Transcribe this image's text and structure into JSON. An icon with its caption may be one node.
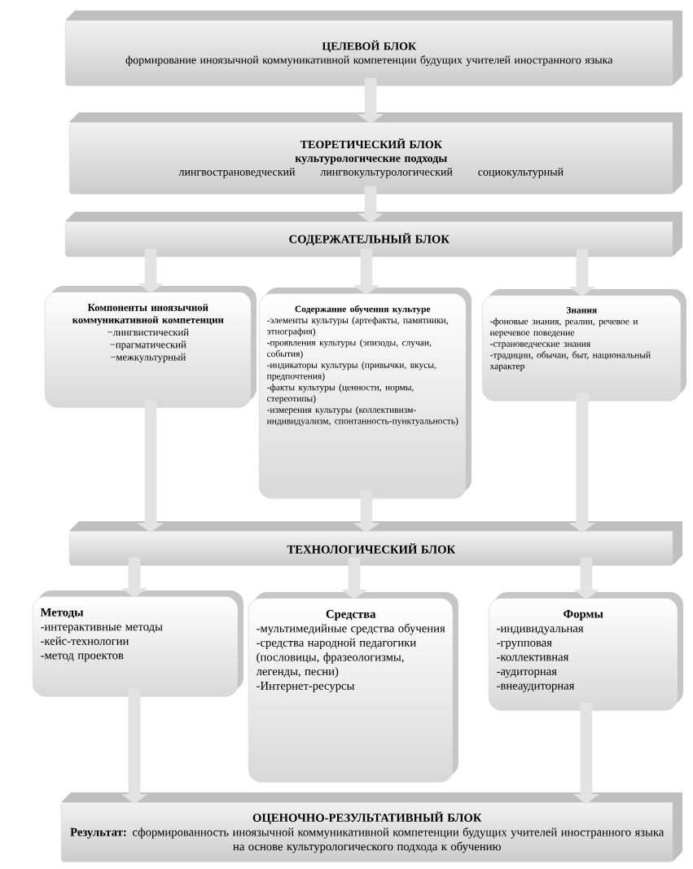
{
  "diagram": {
    "nodes": [
      {
        "text": [
          "ЦЕЛЕВОЙ БЛОК",
          "формирование иноязычной коммуникативной компетенции будущих учителей иностранного языка"
        ]
      },
      {
        "text": [
          "ТЕОРЕТИЧЕСКИЙ БЛОК",
          "культурологические подходы",
          "лингвострановедческий",
          "лингвокультурологический",
          "социокультурный"
        ]
      },
      {
        "text": [
          "СОДЕРЖАТЕЛЬНЫЙ БЛОК"
        ]
      },
      {
        "text": [
          "Компоненты иноязычной коммуникативной компетенции",
          "−лингвистический",
          "−прагматический",
          "−межкультурный"
        ]
      },
      {
        "text": [
          "Содержание обучения культуре",
          "-элементы культуры (артефакты, памятники, этнография)",
          "-проявления культуры (эпизоды, случаи, события)",
          "-индикаторы культуры (привычки, вкусы, предпочтения)",
          "-факты культуры (ценности, нормы, стереотипы)",
          "-измерения культуры (коллективизм-индивидуализм, спонтанность-пунктуальность)"
        ]
      },
      {
        "text": [
          "Знания",
          "-фоновые знания, реалии, речевое и неречевое поведение",
          "-страноведческие знания",
          "-традиции, обычаи, быт, национальный характер"
        ]
      },
      {
        "text": [
          "ТЕХНОЛОГИЧЕСКИЙ БЛОК"
        ]
      },
      {
        "text": [
          "Методы",
          "-интерактивные методы",
          "-кейс-технологии",
          "-метод проектов"
        ]
      },
      {
        "text": [
          "Средства",
          "-мультимедийные средства обучения",
          "-средства народной педагогики (пословицы, фразеологизмы, легенды, песни)",
          "-Интернет-ресурсы"
        ]
      },
      {
        "text": [
          "Формы",
          "-индивидуальная",
          "-групповая",
          "-коллективная",
          "-аудиторная",
          "-внеаудиторная"
        ]
      },
      {
        "text": [
          "ОЦЕНОЧНО-РЕЗУЛЬТАТИВНЫЙ БЛОК",
          "**Результат:** сформированность иноязычной коммуникативной компетенции будущих учителей иностранного языка на основе культурологического подхода к обучению"
        ]
      }
    ],
    "edges": [
      {
        "from": 0,
        "to": 1,
        "arrow": "to"
      },
      {
        "from": 1,
        "to": 2,
        "arrow": "to"
      },
      {
        "from": 2,
        "to": 3,
        "arrow": "to"
      },
      {
        "from": 2,
        "to": 4,
        "arrow": "to"
      },
      {
        "from": 2,
        "to": 5,
        "arrow": "to"
      },
      {
        "from": 3,
        "to": 6,
        "arrow": "to"
      },
      {
        "from": 4,
        "to": 6,
        "arrow": "to"
      },
      {
        "from": 5,
        "to": 6,
        "arrow": "to"
      },
      {
        "from": 6,
        "to": 7,
        "arrow": "to"
      },
      {
        "from": 6,
        "to": 8,
        "arrow": "to"
      },
      {
        "from": 6,
        "to": 9,
        "arrow": "to"
      },
      {
        "from": 7,
        "to": 10,
        "arrow": "to"
      },
      {
        "from": 9,
        "to": 10,
        "arrow": "to"
      }
    ]
  }
}
